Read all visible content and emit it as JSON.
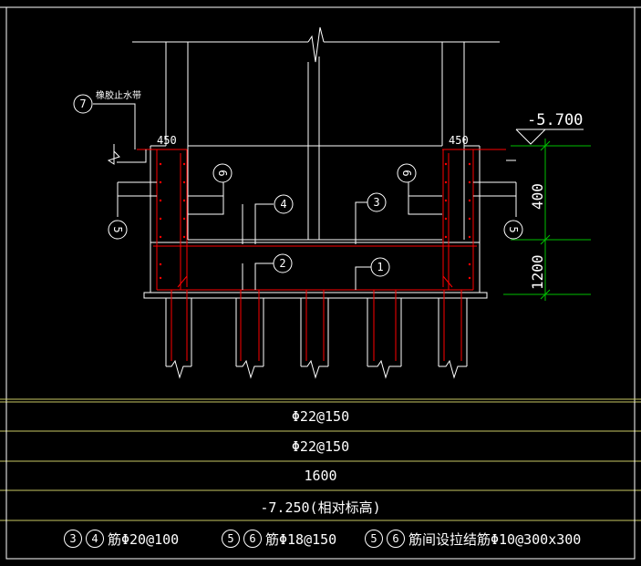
{
  "drawing": {
    "elevation_top": "-5.700",
    "dim_400": "400",
    "dim_1200": "1200",
    "dim_450_left": "450",
    "dim_450_right": "450",
    "label_7_text": "橡胶止水带",
    "callouts": [
      "1",
      "2",
      "3",
      "4",
      "5",
      "6",
      "7"
    ]
  },
  "table_rows": [
    "Φ22@150",
    "Φ22@150",
    "1600",
    "-7.250(相对标高)"
  ],
  "legend": {
    "item1": {
      "nums": [
        "3",
        "4"
      ],
      "text": "筋Φ20@100"
    },
    "item2": {
      "nums": [
        "5",
        "6"
      ],
      "text": "筋Φ18@150"
    },
    "item3": {
      "nums": [
        "5",
        "6"
      ],
      "text": "筋间设拉结筋Φ10@300x300"
    }
  },
  "colors": {
    "line_white": "#ffffff",
    "rebar_red": "#ff0000",
    "dim_green": "#00c000",
    "table_yellow": "#c8c864"
  }
}
